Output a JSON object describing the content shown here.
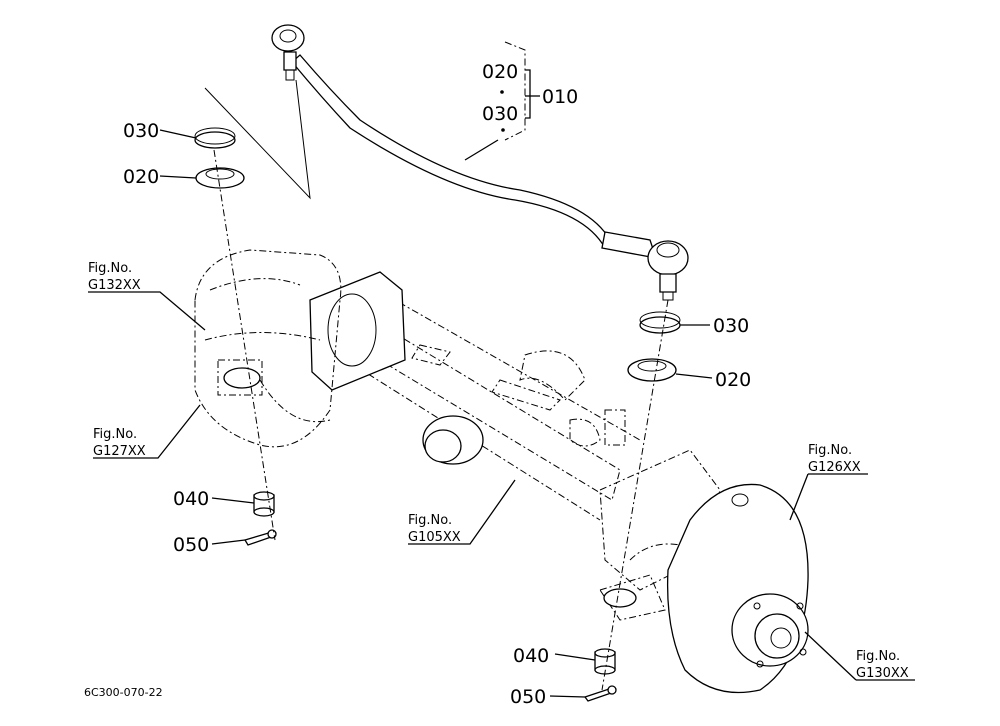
{
  "diagram": {
    "drawing_code": "6C300-070-22",
    "callouts": {
      "c010": "010",
      "c020_kit": "020",
      "c030_kit": "030",
      "c030_left": "030",
      "c020_left": "020",
      "c030_right": "030",
      "c020_right": "020",
      "c040_left": "040",
      "c050_left": "050",
      "c040_right": "040",
      "c050_right": "050"
    },
    "figure_refs": {
      "g132": {
        "title": "Fig.No.",
        "number": "G132XX"
      },
      "g127": {
        "title": "Fig.No.",
        "number": "G127XX"
      },
      "g105": {
        "title": "Fig.No.",
        "number": "G105XX"
      },
      "g126": {
        "title": "Fig.No.",
        "number": "G126XX"
      },
      "g130": {
        "title": "Fig.No.",
        "number": "G130XX"
      }
    }
  }
}
